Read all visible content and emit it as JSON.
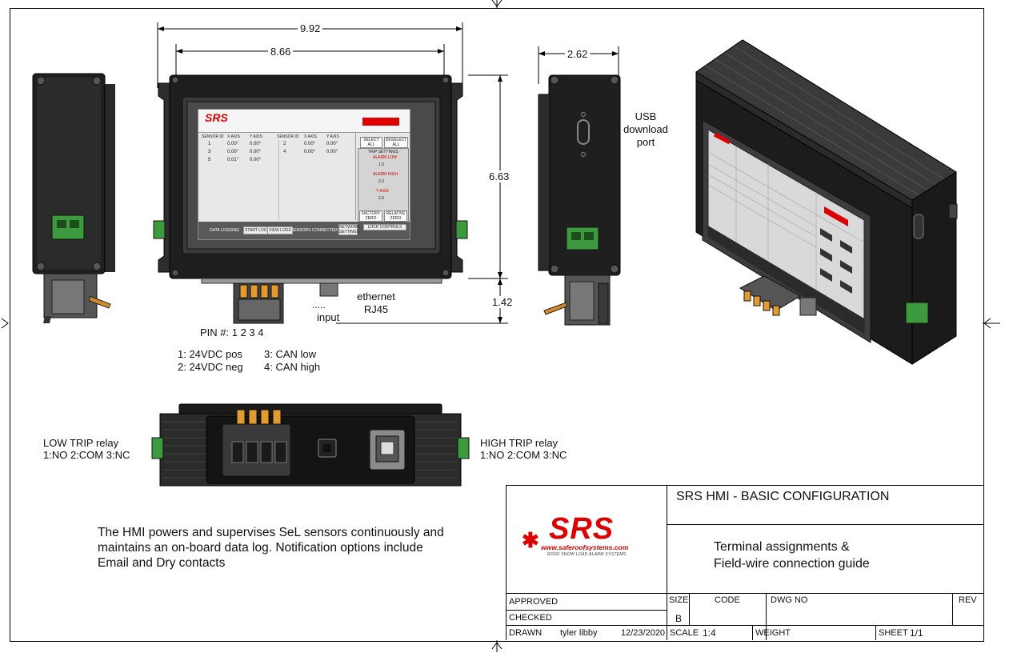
{
  "dimensions": {
    "width_overall": "9.92",
    "width_body": "8.66",
    "height": "6.63",
    "depth": "2.62",
    "connector_height": "1.42"
  },
  "labels": {
    "usb_port": "USB\ndownload\nport",
    "ethernet": "ethernet\nRJ45",
    "input": "input",
    "input_dots": ".....",
    "pin_numbers": "PIN #:  1   2  3   4",
    "pin_1": "1:  24VDC pos",
    "pin_2": "2:  24VDC neg",
    "pin_3": "3: CAN low",
    "pin_4": "4: CAN high",
    "low_trip": "LOW TRIP relay\n1:NO  2:COM  3:NC",
    "high_trip": "HIGH TRIP  relay\n1:NO  2:COM  3:NC"
  },
  "description": "The HMI powers and supervises SeL sensors continuously and maintains an on-board data log. Notification options include Email and Dry contacts",
  "hmi_screen": {
    "logo": "SRS",
    "headers": [
      "SENSOR ID",
      "X AXIS",
      "Y AXIS",
      "SENSOR ID",
      "X AXIS",
      "Y AXIS"
    ],
    "rows": [
      [
        "1",
        "0.00°",
        "0.00°",
        "2",
        "0.00°",
        "0.00°"
      ],
      [
        "3",
        "0.00°",
        "0.00°",
        "4",
        "0.00°",
        "0.00°"
      ],
      [
        "5",
        "0.01°",
        "0.00°",
        "",
        "",
        ""
      ]
    ],
    "select_all": "SELECT ALL",
    "deselect_all": "DESELECT ALL",
    "trip_settings": "TRIP SETTINGS",
    "alarm_low": "ALARM LOW",
    "val_1": "1.0",
    "alarm_high": "ALARM HIGH",
    "val_2": "2.0",
    "y_axis": "Y AXIS",
    "val_3": "2.0",
    "factory_zero": "FACTORY ZERO",
    "relative_zero": "RELATIVE ZERO",
    "data_logging": "DATA LOGGING",
    "start_log": "START LOG",
    "view_logs": "VIEW LOGS",
    "sensors_connected": "SENSORS CONNECTED: 5",
    "network_settings": "NETWORK SETTINGS",
    "lock_controls": "LOCK CONTROLS"
  },
  "title_block": {
    "logo_text": "SRS",
    "logo_url": "www.saferoofsystems.com",
    "logo_tagline": "ROOF SNOW LOAD ALARM SYSTEMS",
    "title": "SRS HMI - BASIC CONFIGURATION",
    "subtitle_1": "Terminal assignments &",
    "subtitle_2": "Field-wire connection guide",
    "approved": "APPROVED",
    "checked": "CHECKED",
    "drawn": "DRAWN",
    "drawn_by": "tyler libby",
    "date": "12/23/2020",
    "size_label": "SIZE",
    "size": "B",
    "code_label": "CODE",
    "dwg_no_label": "DWG NO",
    "rev_label": "REV",
    "scale_label": "SCALE",
    "scale": "1:4",
    "weight_label": "WEIGHT",
    "sheet_label": "SHEET",
    "sheet": "1/1"
  }
}
